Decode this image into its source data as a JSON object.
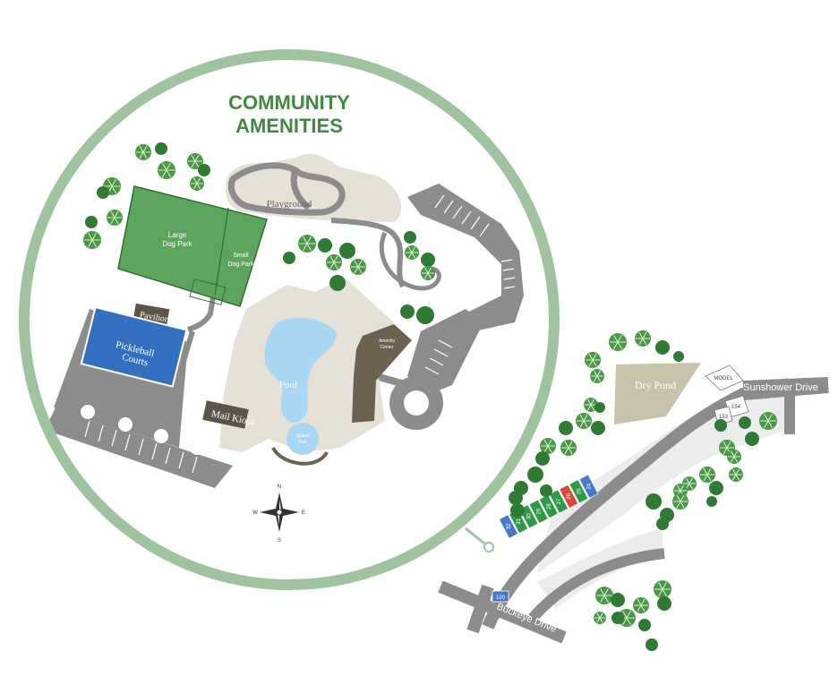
{
  "title_line1": "COMMUNITY",
  "title_line2": "AMENITIES",
  "labels": {
    "playground": "Playground",
    "large_dog_park_line1": "Large",
    "large_dog_park_line2": "Dog Park",
    "small_dog_park_line1": "Small",
    "small_dog_park_line2": "Dog Park",
    "pavilion": "Pavilion",
    "pickleball_line1": "Pickleball",
    "pickleball_line2": "Courts",
    "pool": "Pool",
    "splash_pad_line1": "Splash",
    "splash_pad_line2": "Pad",
    "amenity_center_line1": "Amenity",
    "amenity_center_line2": "Center",
    "mail_kiosk": "Mail Kiosk",
    "dry_pond": "Dry Pond",
    "model": "MODEL",
    "sunshower_drive": "Sunshower Drive",
    "buckeye_drive": "Buckeye Drive"
  },
  "compass": {
    "n": "N",
    "s": "S",
    "e": "E",
    "w": "W"
  },
  "lots": [
    {
      "num": "32",
      "status": "blue"
    },
    {
      "num": "31",
      "status": "green"
    },
    {
      "num": "30",
      "status": "green"
    },
    {
      "num": "29",
      "status": "green"
    },
    {
      "num": "28",
      "status": "green"
    },
    {
      "num": "27",
      "status": "green"
    },
    {
      "num": "26",
      "status": "red"
    },
    {
      "num": "25",
      "status": "green"
    },
    {
      "num": "24",
      "status": "blue"
    }
  ],
  "right_lots": [
    {
      "num": "154"
    },
    {
      "num": "153"
    }
  ],
  "lot_120": "120",
  "colors": {
    "ring": "#9ec39e",
    "title": "#3f8a3f",
    "road": "#8c8c8c",
    "building": "#e5e1d6",
    "amenity_center": "#6b6251",
    "pickleball": "#3470c0",
    "pool": "#a9d6f2",
    "dog_park": "#5da55d",
    "tree": "#4a9a45",
    "lot_blue": "#4a78c8",
    "lot_green": "#2e9a48",
    "lot_red": "#d44a3c",
    "dry_pond": "#c8c2aa"
  }
}
